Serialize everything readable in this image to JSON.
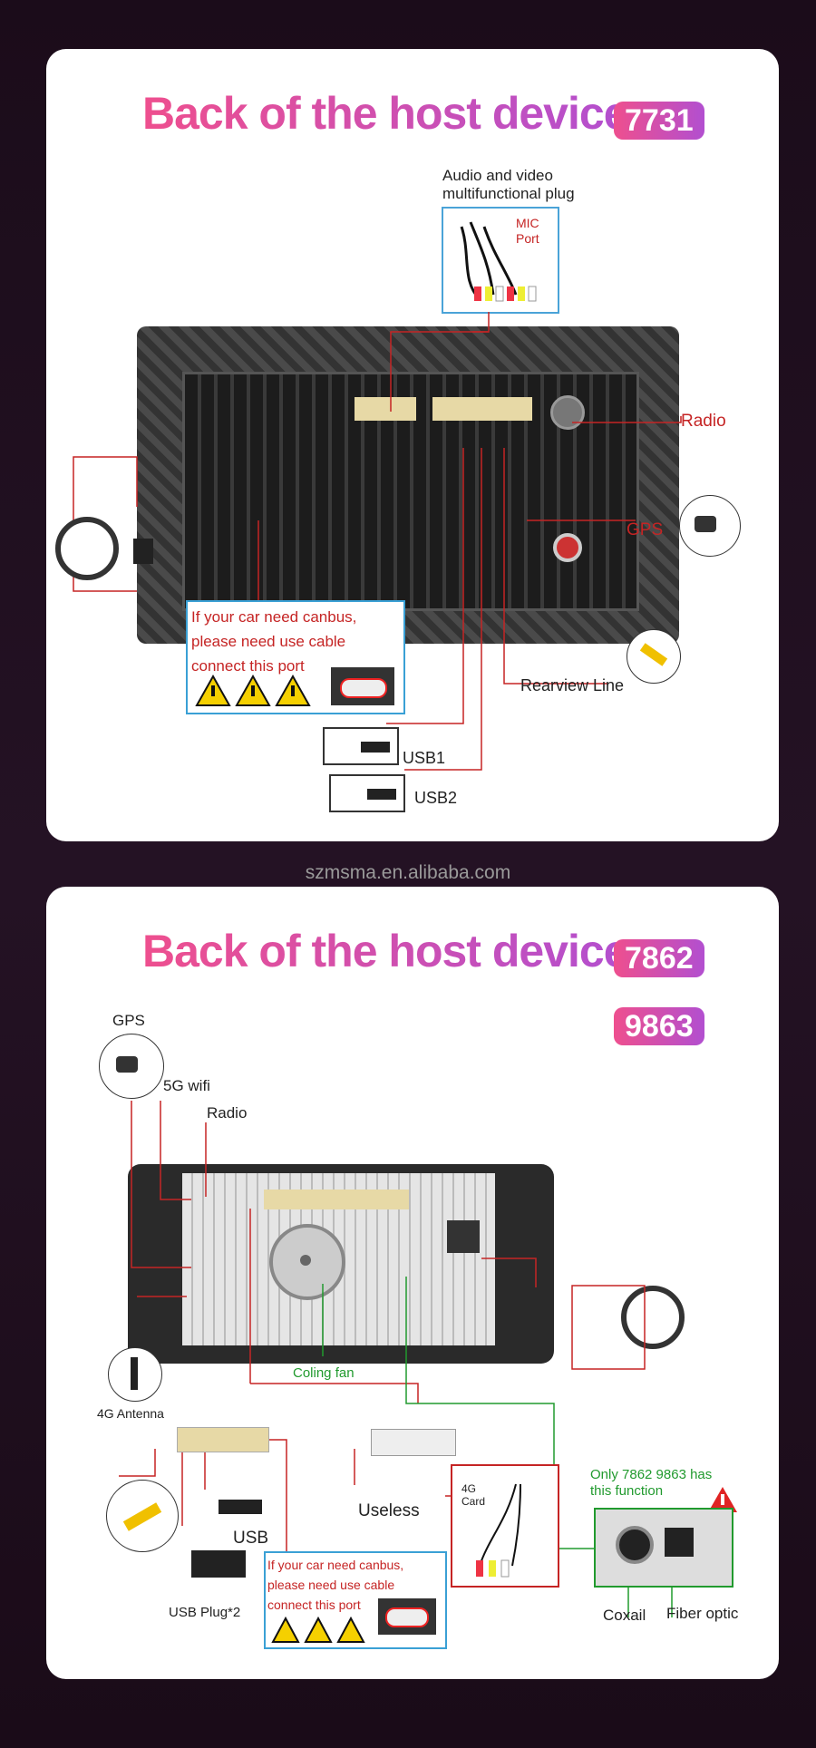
{
  "watermark": "szmsma.en.alibaba.com",
  "section1": {
    "title": "Back of the host device",
    "badge": "7731",
    "av_plug_label": "Audio and video multifunctional plug",
    "mic_port": "MIC Port",
    "radio": "Radio",
    "gps": "GPS",
    "rearview": "Rearview Line",
    "usb1": "USB1",
    "usb2": "USB2",
    "canbus_note": [
      "If your car need canbus,",
      "please need use cable",
      "connect this port"
    ]
  },
  "section2": {
    "title": "Back of the host device",
    "badge_a": "7862",
    "badge_b": "9863",
    "gps": "GPS",
    "wifi": "5G  wifi",
    "radio": "Radio",
    "antenna_4g": "4G Antenna",
    "cooling_fan": "Coling fan",
    "useless": "Useless",
    "usb": "USB",
    "usb_plug": "USB Plug*2",
    "card_4g": "4G Card",
    "only_note": "Only 7862  9863 has this function",
    "coaxial": "Coxail",
    "fiber": "Fiber optic",
    "canbus_note": [
      "If your car need canbus,",
      "please need use cable",
      "connect this port"
    ]
  },
  "colors": {
    "accent_pink": "#ee4f8e",
    "accent_purple": "#b24fd0",
    "line_red": "#c52424",
    "line_green": "#219a2e"
  }
}
